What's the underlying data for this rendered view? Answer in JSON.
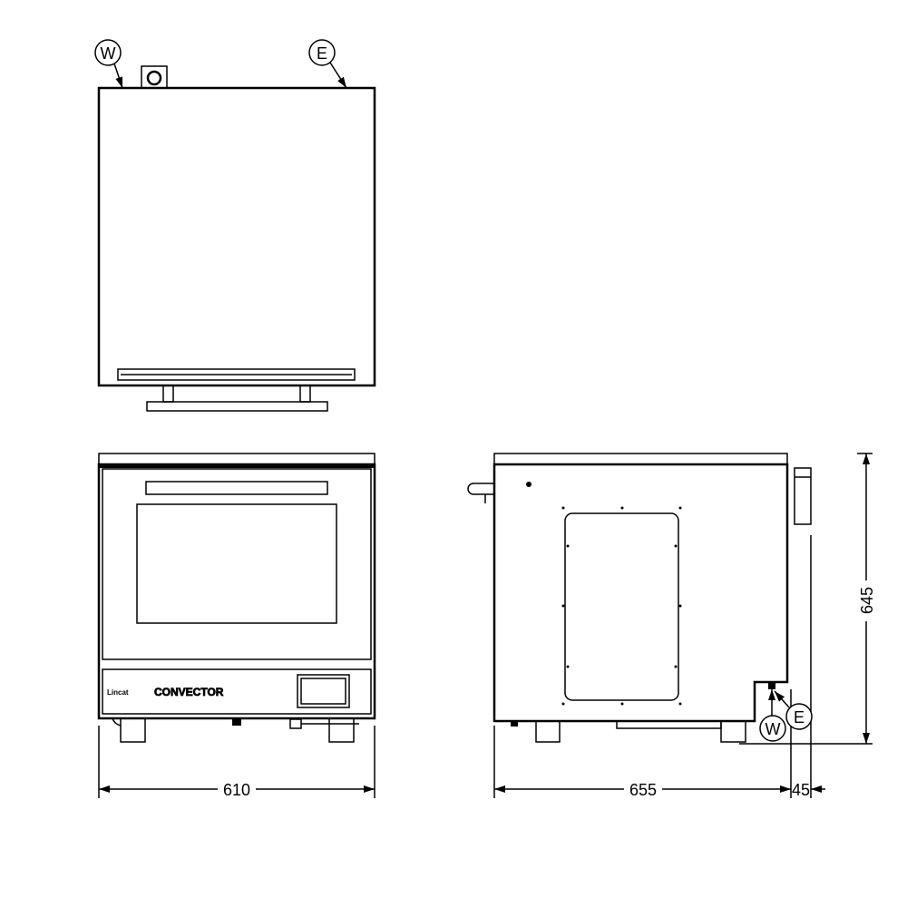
{
  "labels": {
    "water": "W",
    "electric": "E",
    "brand": "Lincat",
    "model": "CONVECTOR"
  },
  "dimensions": {
    "width": "610",
    "depth": "655",
    "connection_offset": "45",
    "height": "645"
  }
}
